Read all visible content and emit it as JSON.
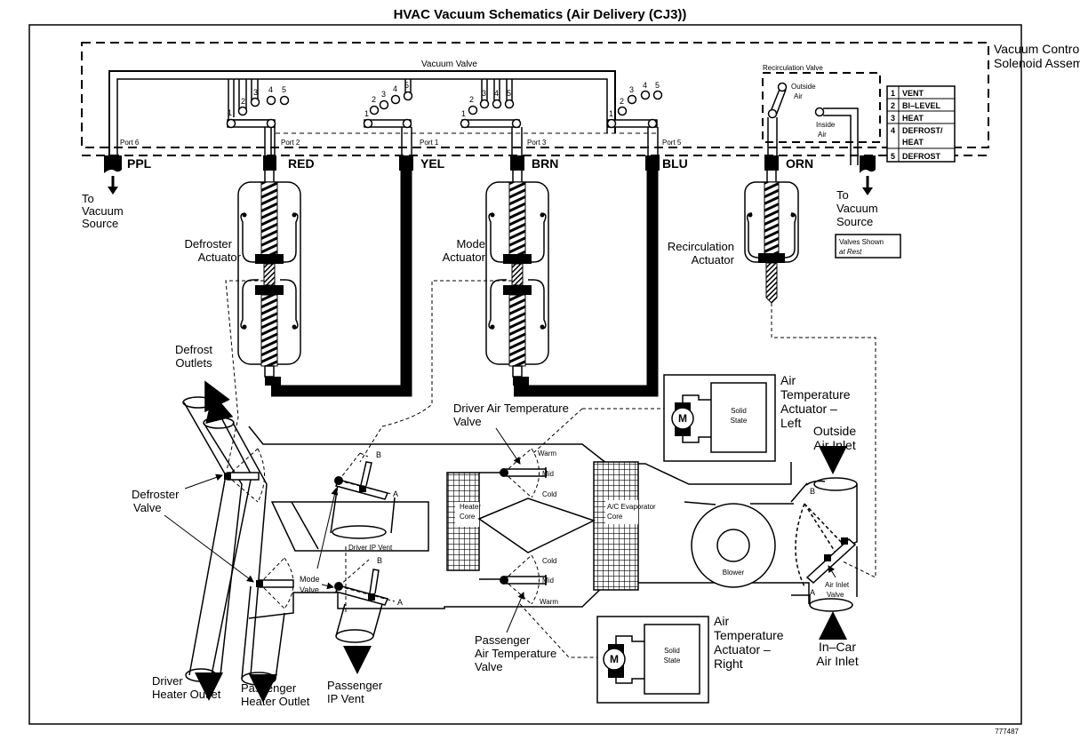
{
  "title": "HVAC Vacuum Schematics (Air Delivery (CJ3))",
  "figure_id": "777487",
  "solenoid_assembly": {
    "label_line1": "Vacuum Control",
    "label_line2": "Solenoid Assembly",
    "vacuum_valve_label": "Vacuum Valve",
    "recirculation_valve_label": "Recirculation Valve",
    "outside_air_line1": "Outside",
    "outside_air_line2": "Air",
    "inside_air_line1": "Inside",
    "inside_air_line2": "Air",
    "port_positions": [
      "1",
      "2",
      "3",
      "4",
      "5"
    ]
  },
  "ports": [
    {
      "name": "Port 6",
      "color_code": "PPL"
    },
    {
      "name": "Port 2",
      "color_code": "RED"
    },
    {
      "name": "Port 1",
      "color_code": "YEL"
    },
    {
      "name": "Port 3",
      "color_code": "BRN"
    },
    {
      "name": "Port 5",
      "color_code": "BLU"
    },
    {
      "name": "",
      "color_code": "ORN"
    }
  ],
  "mode_legend": [
    {
      "num": "1",
      "mode": "VENT"
    },
    {
      "num": "2",
      "mode": "BI–LEVEL"
    },
    {
      "num": "3",
      "mode": "HEAT"
    },
    {
      "num": "4",
      "mode": "DEFROST/",
      "mode2": "HEAT"
    },
    {
      "num": "5",
      "mode": "DEFROST"
    }
  ],
  "vacuum_source": {
    "line1": "To",
    "line2": "Vacuum",
    "line3": "Source"
  },
  "note": {
    "line1": "Valves Shown",
    "line2": "at Rest"
  },
  "actuators": {
    "defroster": {
      "line1": "Defroster",
      "line2": "Actuator"
    },
    "mode": {
      "line1": "Mode",
      "line2": "Actuator"
    },
    "recirculation": {
      "line1": "Recirculation",
      "line2": "Actuator"
    },
    "air_temp_left": {
      "line1": "Air",
      "line2": "Temperature",
      "line3": "Actuator –",
      "line4": "Left",
      "motor": "M",
      "solid_state_1": "Solid",
      "solid_state_2": "State"
    },
    "air_temp_right": {
      "line1": "Air",
      "line2": "Temperature",
      "line3": "Actuator –",
      "line4": "Right",
      "motor": "M",
      "solid_state_1": "Solid",
      "solid_state_2": "State"
    }
  },
  "ducts": {
    "defrost_outlets": {
      "line1": "Defrost",
      "line2": "Outlets"
    },
    "defroster_valve": {
      "line1": "Defroster",
      "line2": "Valve"
    },
    "mode_valve": {
      "line1": "Mode",
      "line2": "Valve"
    },
    "driver_ip_vent": "Driver IP Vent",
    "driver_heater_outlet": {
      "line1": "Driver",
      "line2": "Heater Outlet"
    },
    "passenger_heater_outlet": {
      "line1": "Passenger",
      "line2": "Heater Outlet"
    },
    "passenger_ip_vent": {
      "line1": "Passenger",
      "line2": "IP Vent"
    },
    "position_a": "A",
    "position_b": "B",
    "driver_air_temp_valve": {
      "line1": "Driver Air Temperature",
      "line2": "Valve"
    },
    "passenger_air_temp_valve": {
      "line1": "Passenger",
      "line2": "Air Temperature",
      "line3": "Valve"
    },
    "warm": "Warm",
    "mid": "Mid",
    "cold": "Cold",
    "heater_core": {
      "line1": "Heater",
      "line2": "Core"
    },
    "evaporator_core": {
      "line1": "A/C Evaporator",
      "line2": "Core"
    },
    "blower": "Blower",
    "air_inlet_valve": {
      "line1": "Air Inlet",
      "line2": "Valve"
    },
    "outside_air_inlet": {
      "line1": "Outside",
      "line2": "Air Inlet"
    },
    "in_car_air_inlet": {
      "line1": "In–Car",
      "line2": "Air Inlet"
    }
  }
}
